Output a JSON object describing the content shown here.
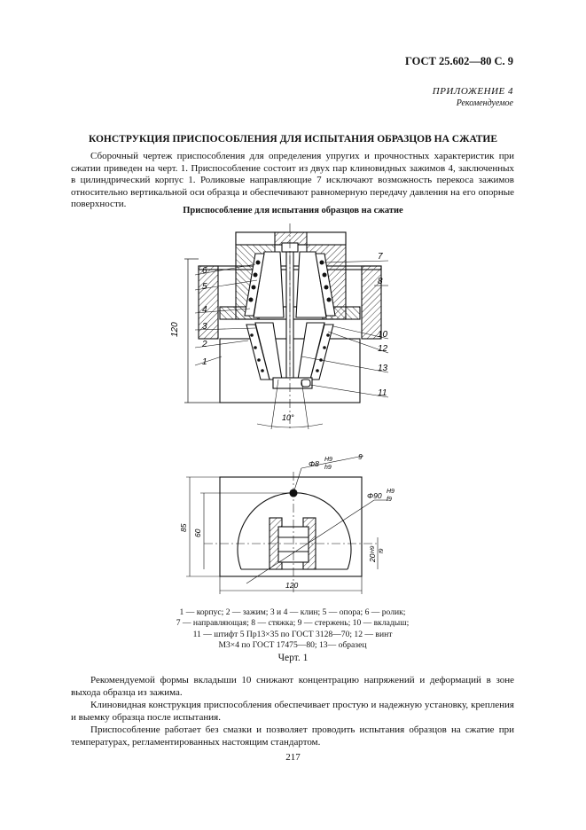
{
  "header": {
    "gost": "ГОСТ 25.602—80 С. 9"
  },
  "appendix": {
    "label": "ПРИЛОЖЕНИЕ 4",
    "status": "Рекомендуемое"
  },
  "title": "КОНСТРУКЦИЯ ПРИСПОСОБЛЕНИЯ ДЛЯ ИСПЫТАНИЯ ОБРАЗЦОВ НА СЖАТИЕ",
  "intro": "Сборочный чертеж приспособления для определения упругих и прочностных характеристик при сжатии приведен на черт. 1. Приспособление состоит из двух пар клиновидных зажимов 4, заключенных в цилиндрический корпус 1. Роликовые направляющие 7 исключают возможность перекоса зажимов относительно вертикальной оси образца и обеспечивают равномерную передачу давления на его опорные поверхности.",
  "figure": {
    "title": "Приспособление для испытания образцов на сжатие",
    "callouts_left": [
      "6",
      "5",
      "4",
      "3",
      "2",
      "1"
    ],
    "callouts_right": [
      "7",
      "8",
      "10",
      "12",
      "13",
      "11"
    ],
    "dim_height": "120",
    "dim_angle": "10°",
    "plan": {
      "callout": "9",
      "dim_pin": "Φ8",
      "dim_pin_fit_top": "H9",
      "dim_pin_fit_bottom": "h9",
      "dim_bore": "Φ90",
      "dim_bore_fit_top": "H9",
      "dim_bore_fit_bottom": "f9",
      "dim_60": "60",
      "dim_85": "85",
      "dim_20": "20",
      "dim_20_fit_top": "H9",
      "dim_20_fit_bottom": "f9",
      "dim_width": "120"
    }
  },
  "legend": {
    "line1": "1 — корпус; 2 — зажим; 3 и 4 — клин; 5 — опора; 6 — ролик;",
    "line2": "7 — направляющая; 8 — стяжка; 9 — стержень; 10 — вкладыш;",
    "line3": "11 — штифт 5 Пр13×35 по ГОСТ 3128—70; 12 — винт",
    "line4": "М3×4 по ГОСТ 17475—80; 13— образец"
  },
  "caption": "Черт. 1",
  "para2": "Рекомендуемой формы вкладыши 10 снижают концентрацию напряжений и деформаций в зоне выхода образца из зажима.",
  "para3": "Клиновидная конструкция приспособления обеспечивает простую и надежную установку, крепления и выемку образца после испытания.",
  "para4": "Приспособление работает без смазки и позволяет проводить испытания образцов на сжатие при температурах, регламентированных настоящим стандартом.",
  "page_number": "217"
}
